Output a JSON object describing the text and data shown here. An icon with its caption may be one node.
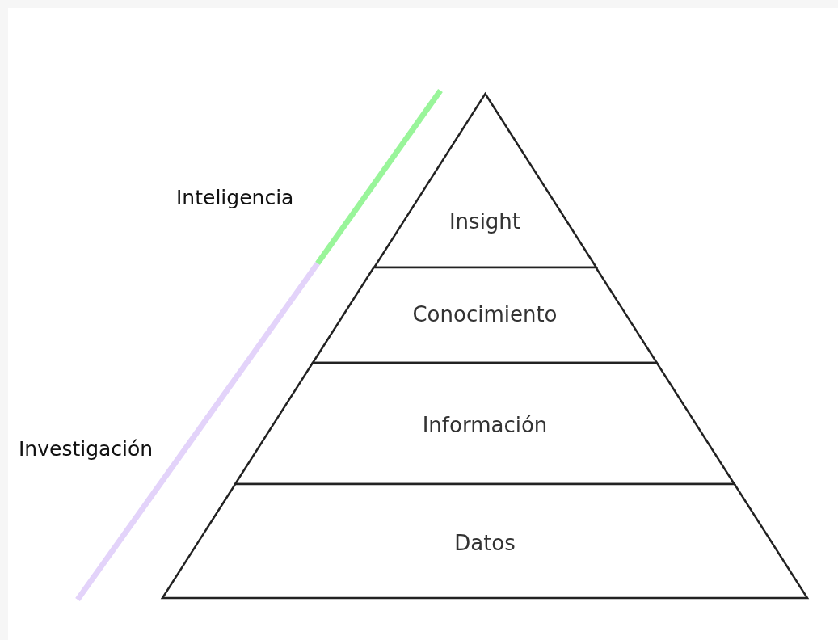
{
  "diagram": {
    "nodes": [
      {
        "text": [
          "Insight"
        ]
      },
      {
        "text": [
          "Conocimiento"
        ]
      },
      {
        "text": [
          "Información"
        ]
      },
      {
        "text": [
          "Datos"
        ]
      }
    ],
    "labels": [
      "Inteligencia",
      "Investigación"
    ]
  }
}
